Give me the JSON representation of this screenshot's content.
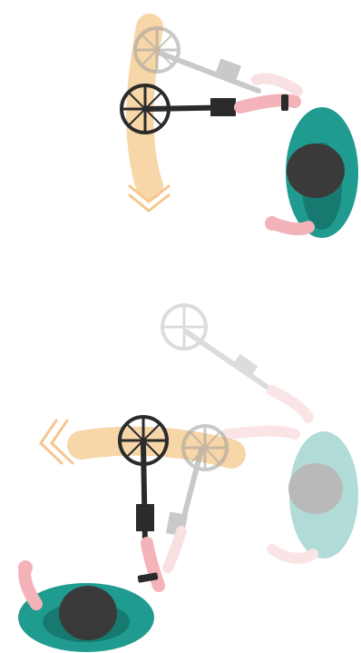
{
  "illustration": {
    "panels": [
      {
        "name": "sweep-vertical",
        "direction": "down",
        "icon": "chevron-down-icon"
      },
      {
        "name": "sweep-horizontal",
        "direction": "left",
        "icon": "chevron-left-icon"
      }
    ],
    "colors": {
      "sweep_path": "#f7d6a8",
      "chevron": "#f5c78f",
      "detector_active": "#2b2b2b",
      "detector_ghost": "#bdbdbd",
      "skin": "#f4b3b8",
      "shirt": "#1f9b8f",
      "shirt_shadow": "#177a71",
      "hair": "#3a3a3a"
    }
  }
}
